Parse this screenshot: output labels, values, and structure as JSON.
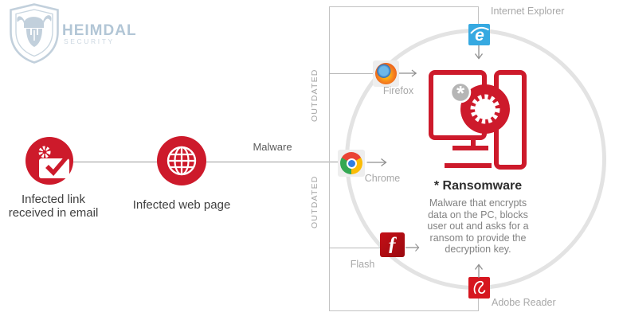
{
  "logo": {
    "brand": "HEIMDAL",
    "sub": "SECURITY"
  },
  "flow": {
    "email_label_line1": "Infected link",
    "email_label_line2": "received in email",
    "web_label": "Infected web page",
    "malware_label": "Malware"
  },
  "outdated_labels": {
    "top": "OUTDATED",
    "bottom": "OUTDATED"
  },
  "apps": {
    "internet_explorer": "Internet Explorer",
    "firefox": "Firefox",
    "chrome": "Chrome",
    "flash": "Flash",
    "adobe_reader": "Adobe Reader"
  },
  "ransomware": {
    "title": "* Ransomware",
    "desc_lines": [
      "Malware that encrypts",
      "data on the PC, blocks",
      "user out and asks for a",
      "ransom to provide the",
      "decryption key."
    ]
  },
  "icons": {
    "ie_glyph": "e",
    "flash_glyph": "ƒ",
    "asterisk_glyph": "*"
  },
  "colors": {
    "brand_red": "#cd1a2b",
    "logo_light_blue": "#c2d0dc",
    "connector_grey": "#9b9b9b",
    "box_grey": "#c3c3c3",
    "big_circle_grey": "#e3e3e3",
    "label_grey": "#a8a8a8",
    "ie_blue": "#36a9e1",
    "flash_red": "#b30d12",
    "adobe_red": "#d6161f",
    "badge_grey": "#b5b5b5"
  }
}
